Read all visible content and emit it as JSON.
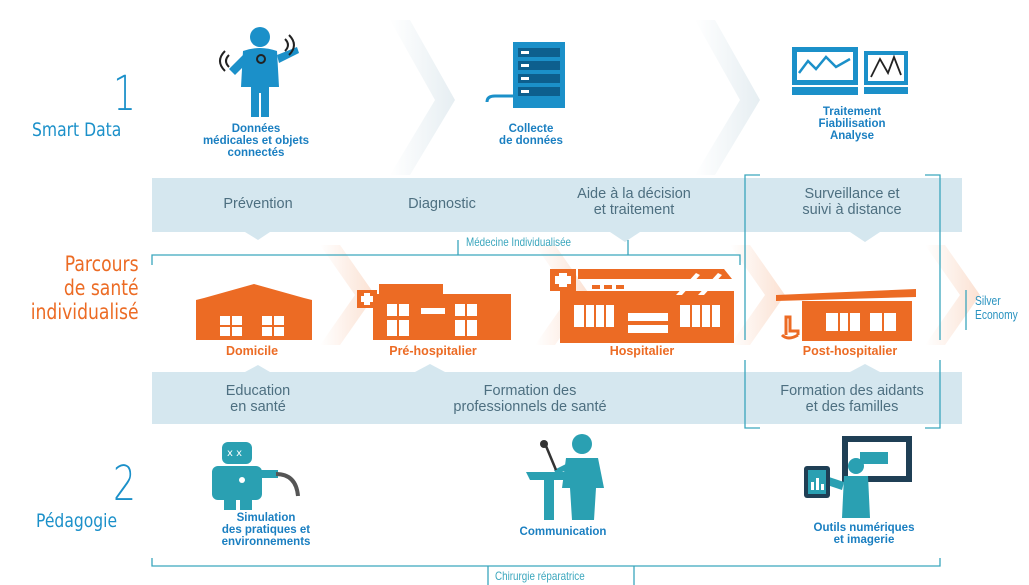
{
  "steps": [
    {
      "number": "1",
      "title": "Smart Data"
    },
    {
      "number": "2",
      "title": "Pédagogie"
    }
  ],
  "smart_data": {
    "items": [
      {
        "label": "Données\nmédicales et objets\nconnectés",
        "icon": "connected-person-icon"
      },
      {
        "label": "Collecte\nde données",
        "icon": "server-rack-icon"
      },
      {
        "label": "Traitement\nFiabilisation\nAnalyse",
        "icon": "monitors-icon"
      }
    ]
  },
  "upper_band": [
    "Prévention",
    "Diagnostic",
    "Aide à la décision\net traitement",
    "Surveillance et\nsuivi à distance"
  ],
  "medecine_label": "Médecine Individualisée",
  "parcours_title": "Parcours\nde santé\nindividualisé",
  "places": [
    {
      "label": "Domicile",
      "icon": "house-icon"
    },
    {
      "label": "Pré-hospitalier",
      "icon": "clinic-icon"
    },
    {
      "label": "Hospitalier",
      "icon": "hospital-icon"
    },
    {
      "label": "Post-hospitalier",
      "icon": "care-home-icon"
    }
  ],
  "silver_economy": "Silver\nEconomy",
  "lower_band": [
    "Education\nen santé",
    "Formation des\nprofessionnels de santé",
    "Formation des aidants\net des familles"
  ],
  "pedagogie": {
    "items": [
      {
        "label": "Simulation\ndes pratiques et\nenvironnements",
        "icon": "simulation-mannequin-icon"
      },
      {
        "label": "Communication",
        "icon": "speaker-podium-icon"
      },
      {
        "label": "Outils numériques\net imagerie",
        "icon": "digital-tools-icon"
      }
    ]
  },
  "chirurgie_label": "Chirurgie réparatrice",
  "colors": {
    "blue": "#1b90c9",
    "orange": "#ec6b24",
    "band": "#d5e7ef",
    "teal": "#3aa6bd",
    "dark_blue_text": "#1a7fc1"
  }
}
